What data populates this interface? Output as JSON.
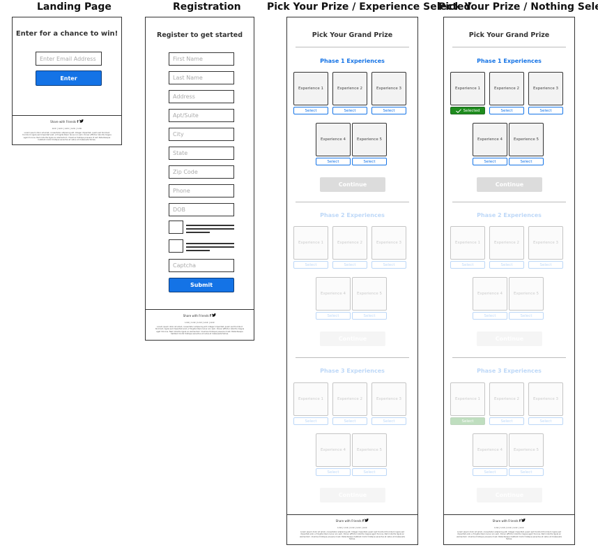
{
  "columns": {
    "landing": "Landing Page",
    "registration": "Registration",
    "prize_selected": "Pick Your Prize / Experience Selected",
    "prize_none": "Pick Your Prize / Nothing Selected"
  },
  "landing": {
    "heading": "Enter for a chance to win!",
    "email_placeholder": "Enter Email Address",
    "enter_button": "Enter"
  },
  "registration": {
    "heading": "Register to get started",
    "fields": [
      "First Name",
      "Last Name",
      "Address",
      "Apt/Suite",
      "City",
      "State",
      "Zip Code",
      "Phone",
      "DOB"
    ],
    "captcha_placeholder": "Captcha",
    "submit_button": "Submit"
  },
  "prize": {
    "heading": "Pick Your Grand Prize",
    "phases": [
      "Phase 1 Experiences",
      "Phase 2 Experiences",
      "Phase 3 Experiences"
    ],
    "experiences": [
      "Experience 1",
      "Experience 2",
      "Experience 3",
      "Experience 4",
      "Experience 5"
    ],
    "select_label": "Select",
    "selected_label": "Selected",
    "continue_label": "Continue"
  },
  "footer": {
    "share_text": "Share with Friends",
    "facebook_glyph": "f",
    "links": [
      "Link",
      "Link",
      "Link",
      "Link",
      "Link"
    ],
    "legal": "Lorem ipsum dolor sit amet, consectetur adipiscing elit. Integer imperdiet, quam sed tincidunt tincidunt, ligula sed imperdiet erat, a fringilla libero lacus non sem. Donec efficitur lobortis magna eget rhoncus. Nam lobortis ligula ac elementum. Vivamus tristique posuere id est. Pellentesque habitant morbi tristique senectus et netus et malesuada fames."
  },
  "colors": {
    "accent": "#1473e6",
    "selected_green": "#1e8c1e",
    "disabled_gray": "#dcdcdc"
  }
}
